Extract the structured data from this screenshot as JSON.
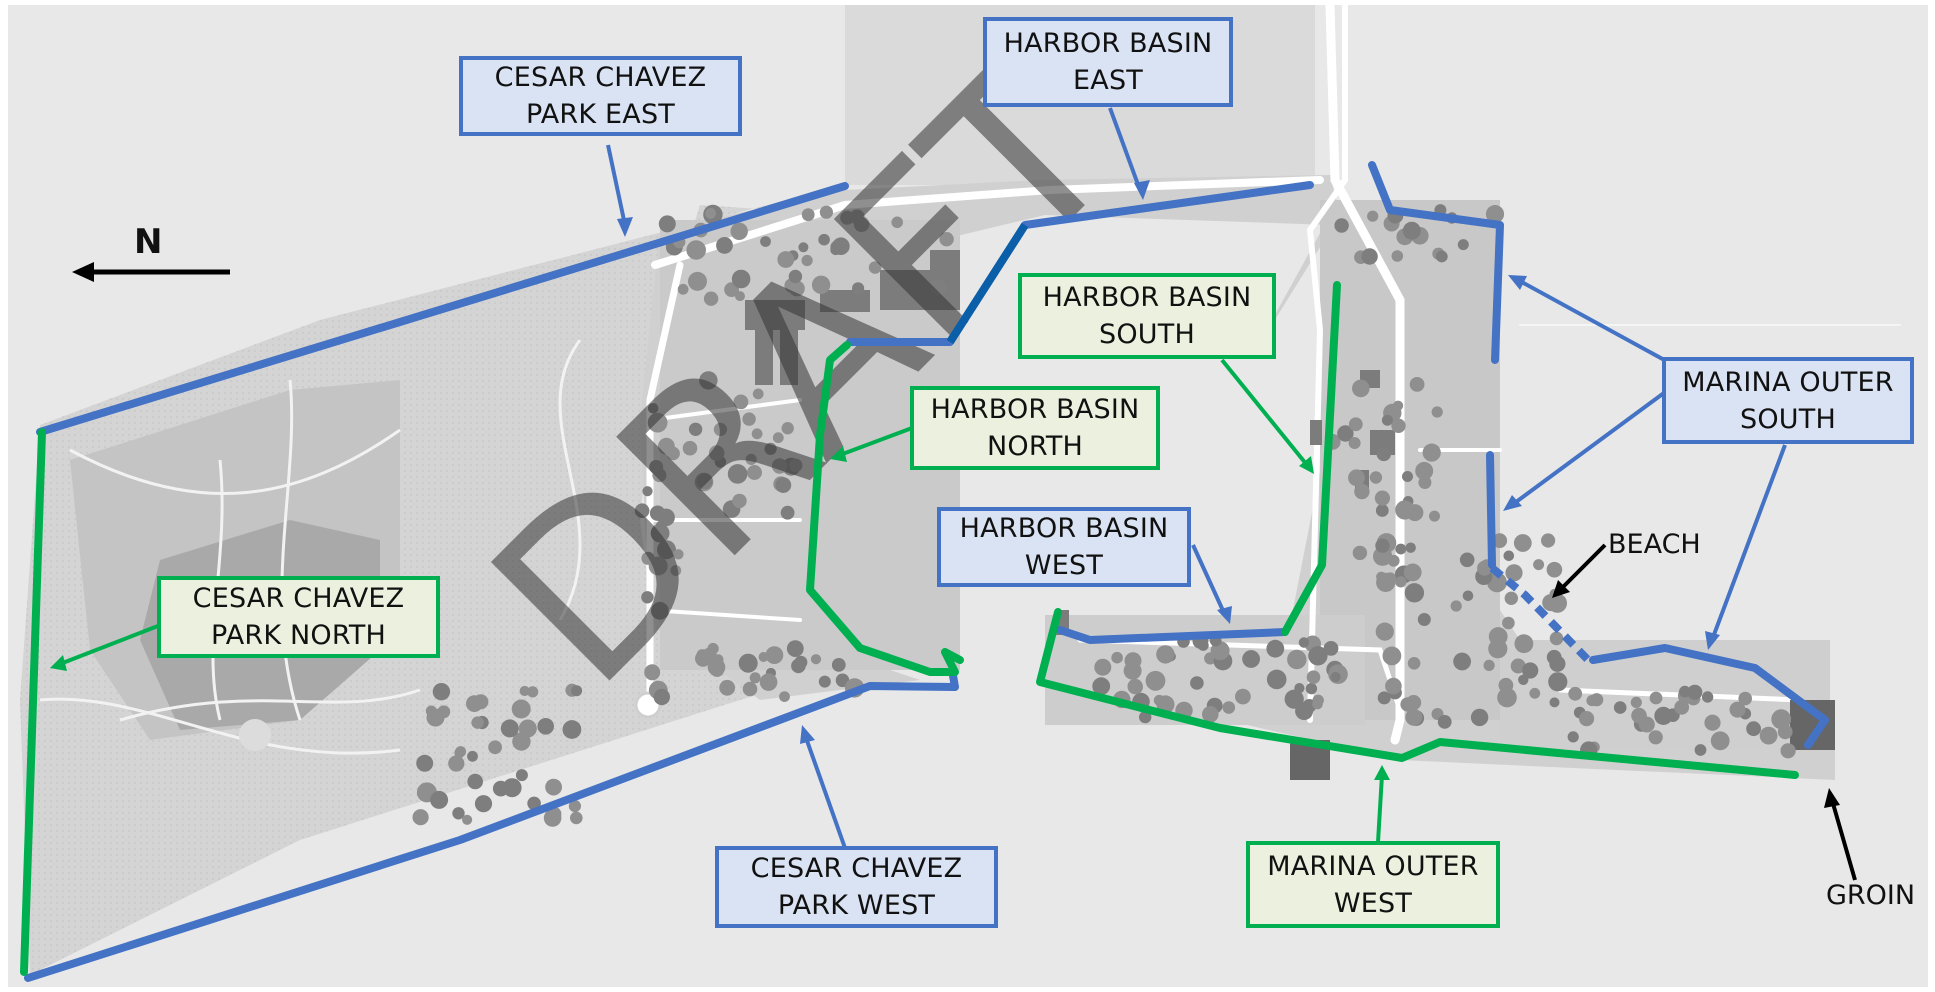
{
  "north_label": "N",
  "watermark": "DRAFT",
  "labels": {
    "cesar_chavez_park_east": [
      "CESAR CHAVEZ",
      "PARK EAST"
    ],
    "harbor_basin_east": [
      "HARBOR BASIN",
      "EAST"
    ],
    "harbor_basin_south": [
      "HARBOR BASIN",
      "SOUTH"
    ],
    "harbor_basin_north": [
      "HARBOR BASIN",
      "NORTH"
    ],
    "marina_outer_south": [
      "MARINA OUTER",
      "SOUTH"
    ],
    "harbor_basin_west": [
      "HARBOR BASIN",
      "WEST"
    ],
    "cesar_chavez_park_north": [
      "CESAR CHAVEZ",
      "PARK NORTH"
    ],
    "cesar_chavez_park_west": [
      "CESAR CHAVEZ",
      "PARK WEST"
    ],
    "marina_outer_west": [
      "MARINA OUTER",
      "WEST"
    ],
    "beach": "BEACH",
    "groin": "GROIN"
  },
  "colors": {
    "blue_line": "#4472c4",
    "green_line": "#00b050",
    "blue_fill": "#dae3f3",
    "green_fill": "#ebf1de",
    "background": "#e8e8e8",
    "park_land": "#cdcdcd",
    "tree": "#8f8f8f",
    "building": "#7c7c7c",
    "watermark": "#333333"
  }
}
